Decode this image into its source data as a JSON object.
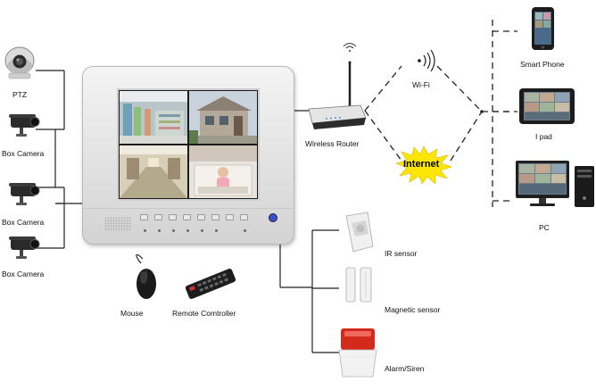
{
  "devices_left": {
    "ptz": "PTZ",
    "box_camera_1": "Box Camera",
    "box_camera_2": "Box Camera",
    "box_camera_3": "Box Camera"
  },
  "accessories": {
    "mouse": "Mouse",
    "remote": "Remote Comtroller"
  },
  "network": {
    "wireless_router": "Wireless Router",
    "wifi": "Wi-Fi",
    "internet": "Internet"
  },
  "devices_right": {
    "smart_phone": "Smart Phone",
    "ipad": "I pad",
    "pc": "PC"
  },
  "sensors": {
    "ir_sensor": "IR sensor",
    "magnetic_sensor": "Magnetic sensor",
    "alarm_siren": "Alarm/Siren"
  },
  "colors": {
    "internet_burst": "#ffe600",
    "internet_text": "#000000",
    "line": "#222222",
    "siren_red": "#d42a1e"
  }
}
